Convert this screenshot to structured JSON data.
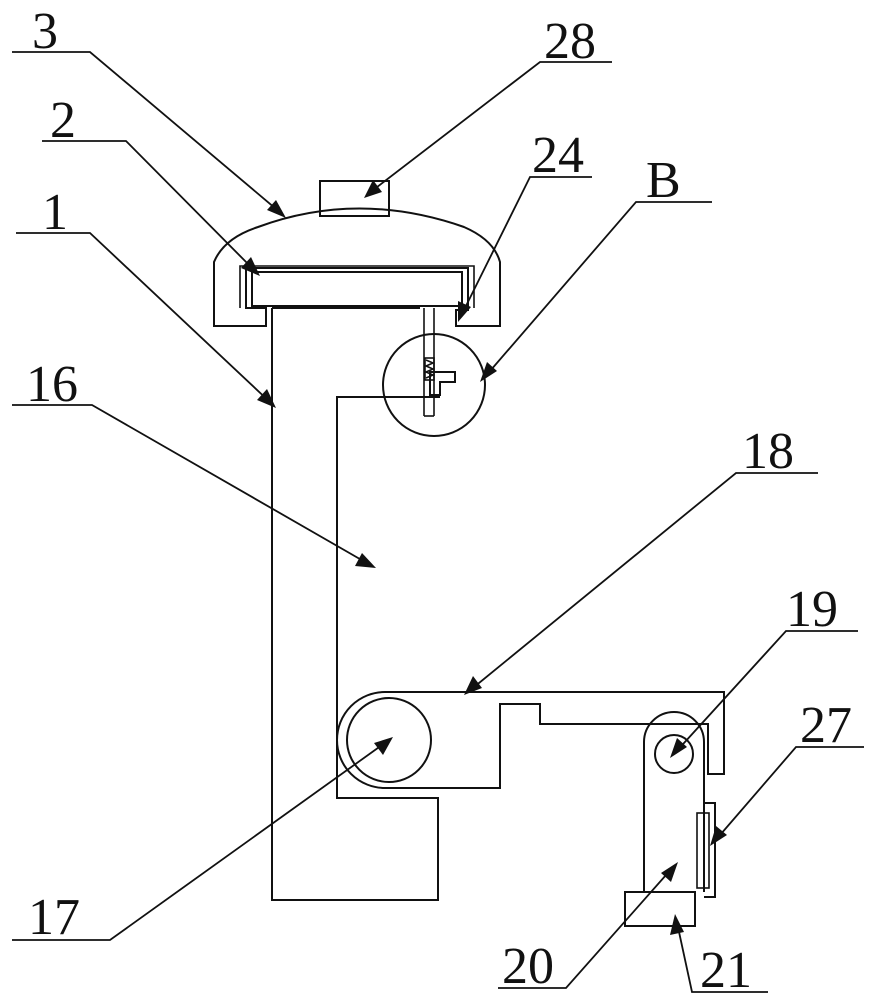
{
  "labels": {
    "l3": "3",
    "l28": "28",
    "l2": "2",
    "l24": "24",
    "lB": "B",
    "l1": "1",
    "l16": "16",
    "l18": "18",
    "l19": "19",
    "l27": "27",
    "l17": "17",
    "l20": "20",
    "l21": "21"
  },
  "colors": {
    "line": "#111111",
    "background": "#ffffff"
  }
}
